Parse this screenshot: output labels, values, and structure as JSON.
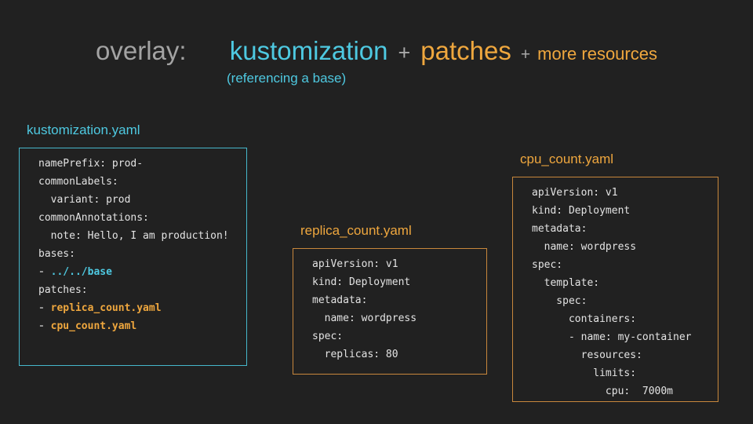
{
  "colors": {
    "background": "#212121",
    "cyan": "#4EC9E1",
    "orange": "#EFA73E",
    "gray": "#A3A3A3",
    "plus_gray": "#A9A9A9",
    "code_text": "#E3E3E3",
    "dash": "#999999",
    "cyan_border": "#46B8CC",
    "orange_border": "#C8873C"
  },
  "title": {
    "overlay": "overlay: ",
    "kustomization": "kustomization",
    "plus1": "+",
    "patches": "patches",
    "plus2": "+",
    "more_resources": "more resources",
    "subtitle": "(referencing a base)"
  },
  "panels": [
    {
      "label": "kustomization.yaml",
      "accent_color": "#4EC9E1",
      "border_color": "#46B8CC",
      "lines": [
        [
          {
            "t": "namePrefix: prod-",
            "s": "p"
          }
        ],
        [
          {
            "t": "commonLabels:",
            "s": "p"
          }
        ],
        [
          {
            "t": "  variant: prod",
            "s": "p"
          }
        ],
        [
          {
            "t": "commonAnnotations:",
            "s": "p"
          }
        ],
        [
          {
            "t": "  note: Hello, I am production!",
            "s": "p"
          }
        ],
        [
          {
            "t": "bases:",
            "s": "p"
          }
        ],
        [
          {
            "t": "- ",
            "s": "d"
          },
          {
            "t": "../../base",
            "s": "c"
          }
        ],
        [
          {
            "t": "patches:",
            "s": "p"
          }
        ],
        [
          {
            "t": "- ",
            "s": "d"
          },
          {
            "t": "replica_count.yaml",
            "s": "o"
          }
        ],
        [
          {
            "t": "- ",
            "s": "d"
          },
          {
            "t": "cpu_count.yaml",
            "s": "o"
          }
        ]
      ]
    },
    {
      "label": "replica_count.yaml",
      "accent_color": "#EFA73E",
      "border_color": "#C8873C",
      "lines": [
        [
          {
            "t": "apiVersion: v1",
            "s": "p"
          }
        ],
        [
          {
            "t": "kind: Deployment",
            "s": "p"
          }
        ],
        [
          {
            "t": "metadata:",
            "s": "p"
          }
        ],
        [
          {
            "t": "  name: wordpress",
            "s": "p"
          }
        ],
        [
          {
            "t": "spec:",
            "s": "p"
          }
        ],
        [
          {
            "t": "  replicas: 80",
            "s": "p"
          }
        ]
      ]
    },
    {
      "label": "cpu_count.yaml",
      "accent_color": "#EFA73E",
      "border_color": "#C8873C",
      "lines": [
        [
          {
            "t": "apiVersion: v1",
            "s": "p"
          }
        ],
        [
          {
            "t": "kind: Deployment",
            "s": "p"
          }
        ],
        [
          {
            "t": "metadata:",
            "s": "p"
          }
        ],
        [
          {
            "t": "  name: wordpress",
            "s": "p"
          }
        ],
        [
          {
            "t": "spec:",
            "s": "p"
          }
        ],
        [
          {
            "t": "  template:",
            "s": "p"
          }
        ],
        [
          {
            "t": "    spec:",
            "s": "p"
          }
        ],
        [
          {
            "t": "      containers:",
            "s": "p"
          }
        ],
        [
          {
            "t": "      - name: my-container",
            "s": "p"
          }
        ],
        [
          {
            "t": "        resources:",
            "s": "p"
          }
        ],
        [
          {
            "t": "          limits:",
            "s": "p"
          }
        ],
        [
          {
            "t": "            cpu:  7000m",
            "s": "p"
          }
        ]
      ]
    }
  ]
}
